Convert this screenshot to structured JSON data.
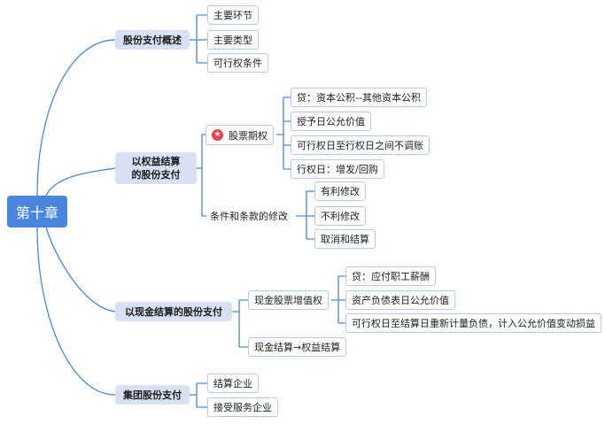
{
  "root": {
    "label": "第十章"
  },
  "branches": [
    {
      "label": "股份支付概述",
      "children": [
        {
          "label": "主要环节"
        },
        {
          "label": "主要类型"
        },
        {
          "label": "可行权条件"
        }
      ]
    },
    {
      "label_lines": [
        "以权益结算",
        "的股份支付"
      ],
      "children": [
        {
          "label": "股票期权",
          "icon": "star-icon",
          "children": [
            {
              "label": "贷：资本公积--其他资本公积"
            },
            {
              "label": "授予日公允价值"
            },
            {
              "label": "可行权日至行权日之间不调账"
            },
            {
              "label": "行权日：增发/回购"
            }
          ]
        },
        {
          "label": "条件和条款的修改",
          "children": [
            {
              "label": "有利修改"
            },
            {
              "label": "不利修改"
            },
            {
              "label": "取消和结算"
            }
          ]
        }
      ]
    },
    {
      "label": "以现金结算的股份支付",
      "children": [
        {
          "label": "现金股票增值权",
          "children": [
            {
              "label": "贷：应付职工薪酬"
            },
            {
              "label": "资产负债表日公允价值"
            },
            {
              "label": "可行权日至结算日重新计量负债，计入公允价值变动损益"
            }
          ]
        },
        {
          "label": "现金结算→权益结算"
        }
      ]
    },
    {
      "label": "集团股份支付",
      "children": [
        {
          "label": "结算企业"
        },
        {
          "label": "接受服务企业"
        }
      ]
    }
  ],
  "colors": {
    "root": "#4a86e0",
    "main": "#d8e0f4",
    "line": "#4a86e0",
    "border": "#b9c9e8",
    "icon": "#e8434f"
  }
}
